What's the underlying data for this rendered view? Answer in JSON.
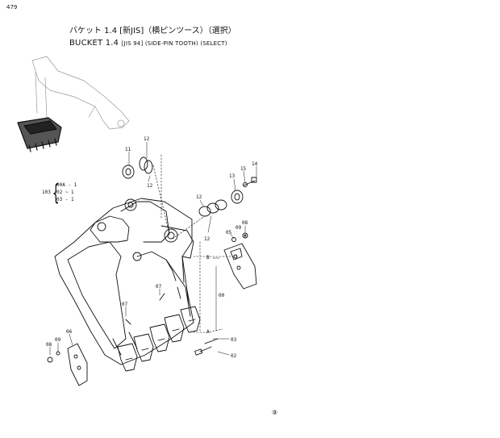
{
  "header": {
    "page_number": "479",
    "title_jp": "バケット 1.4 [新JIS]（横ピンツース）（選択）",
    "title_en_main": "BUCKET 1.4",
    "title_en_sub": "[JIS 94] (SIDE-PIN TOOTH) (SELECT)"
  },
  "spec_table": {
    "label": "103",
    "rows": [
      "00A - 1",
      "02 ~ 1",
      "03 - 1"
    ]
  },
  "callouts": {
    "c11": "11",
    "c12a": "12",
    "c12b": "12",
    "c12c": "12",
    "c12d": "12",
    "c13": "13",
    "c14": "14",
    "c15": "15",
    "c08a": "08",
    "c09a": "09",
    "c05": "05",
    "cB": "B",
    "c00": "00",
    "c07a": "07",
    "c07b": "07",
    "cA": "A",
    "c03": "03",
    "c02": "02",
    "c06": "06",
    "c09b": "09",
    "c08b": "08"
  },
  "footer_mark": "⑨"
}
